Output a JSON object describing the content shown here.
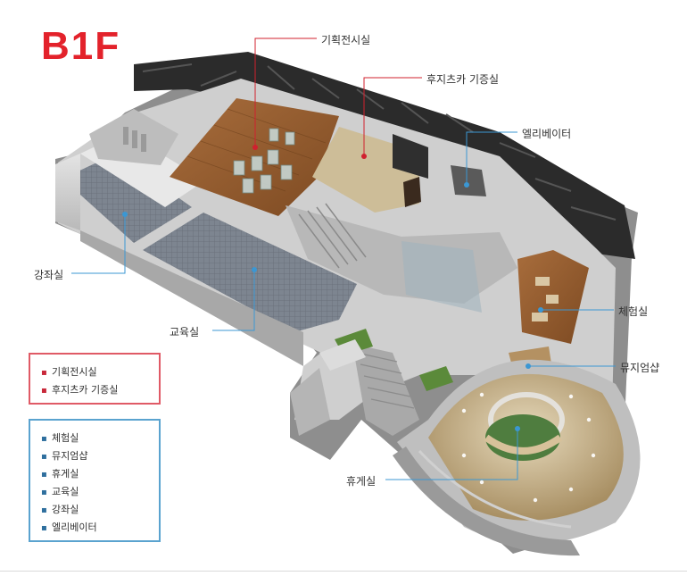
{
  "floor": {
    "title": "B1F"
  },
  "callouts": {
    "special_exhibition": "기획전시실",
    "storage": "후지츠카 기증실",
    "elevator": "엘리베이터",
    "lecture": "강좌실",
    "education": "교육실",
    "experience": "체험실",
    "museum_shop": "뮤지엄샵",
    "lounge": "휴게실"
  },
  "legend_red": {
    "items": [
      "기획전시실",
      "후지츠카 기증실"
    ]
  },
  "legend_blue": {
    "items": [
      "체험실",
      "뮤지엄샵",
      "휴게실",
      "교육실",
      "강좌실",
      "엘리베이터"
    ]
  },
  "colors": {
    "title": "#e3222b",
    "red_marker": "#d0202e",
    "blue_marker": "#3b97d3",
    "legend_red_border": "#e05a66",
    "legend_blue_border": "#5aa3cf"
  }
}
